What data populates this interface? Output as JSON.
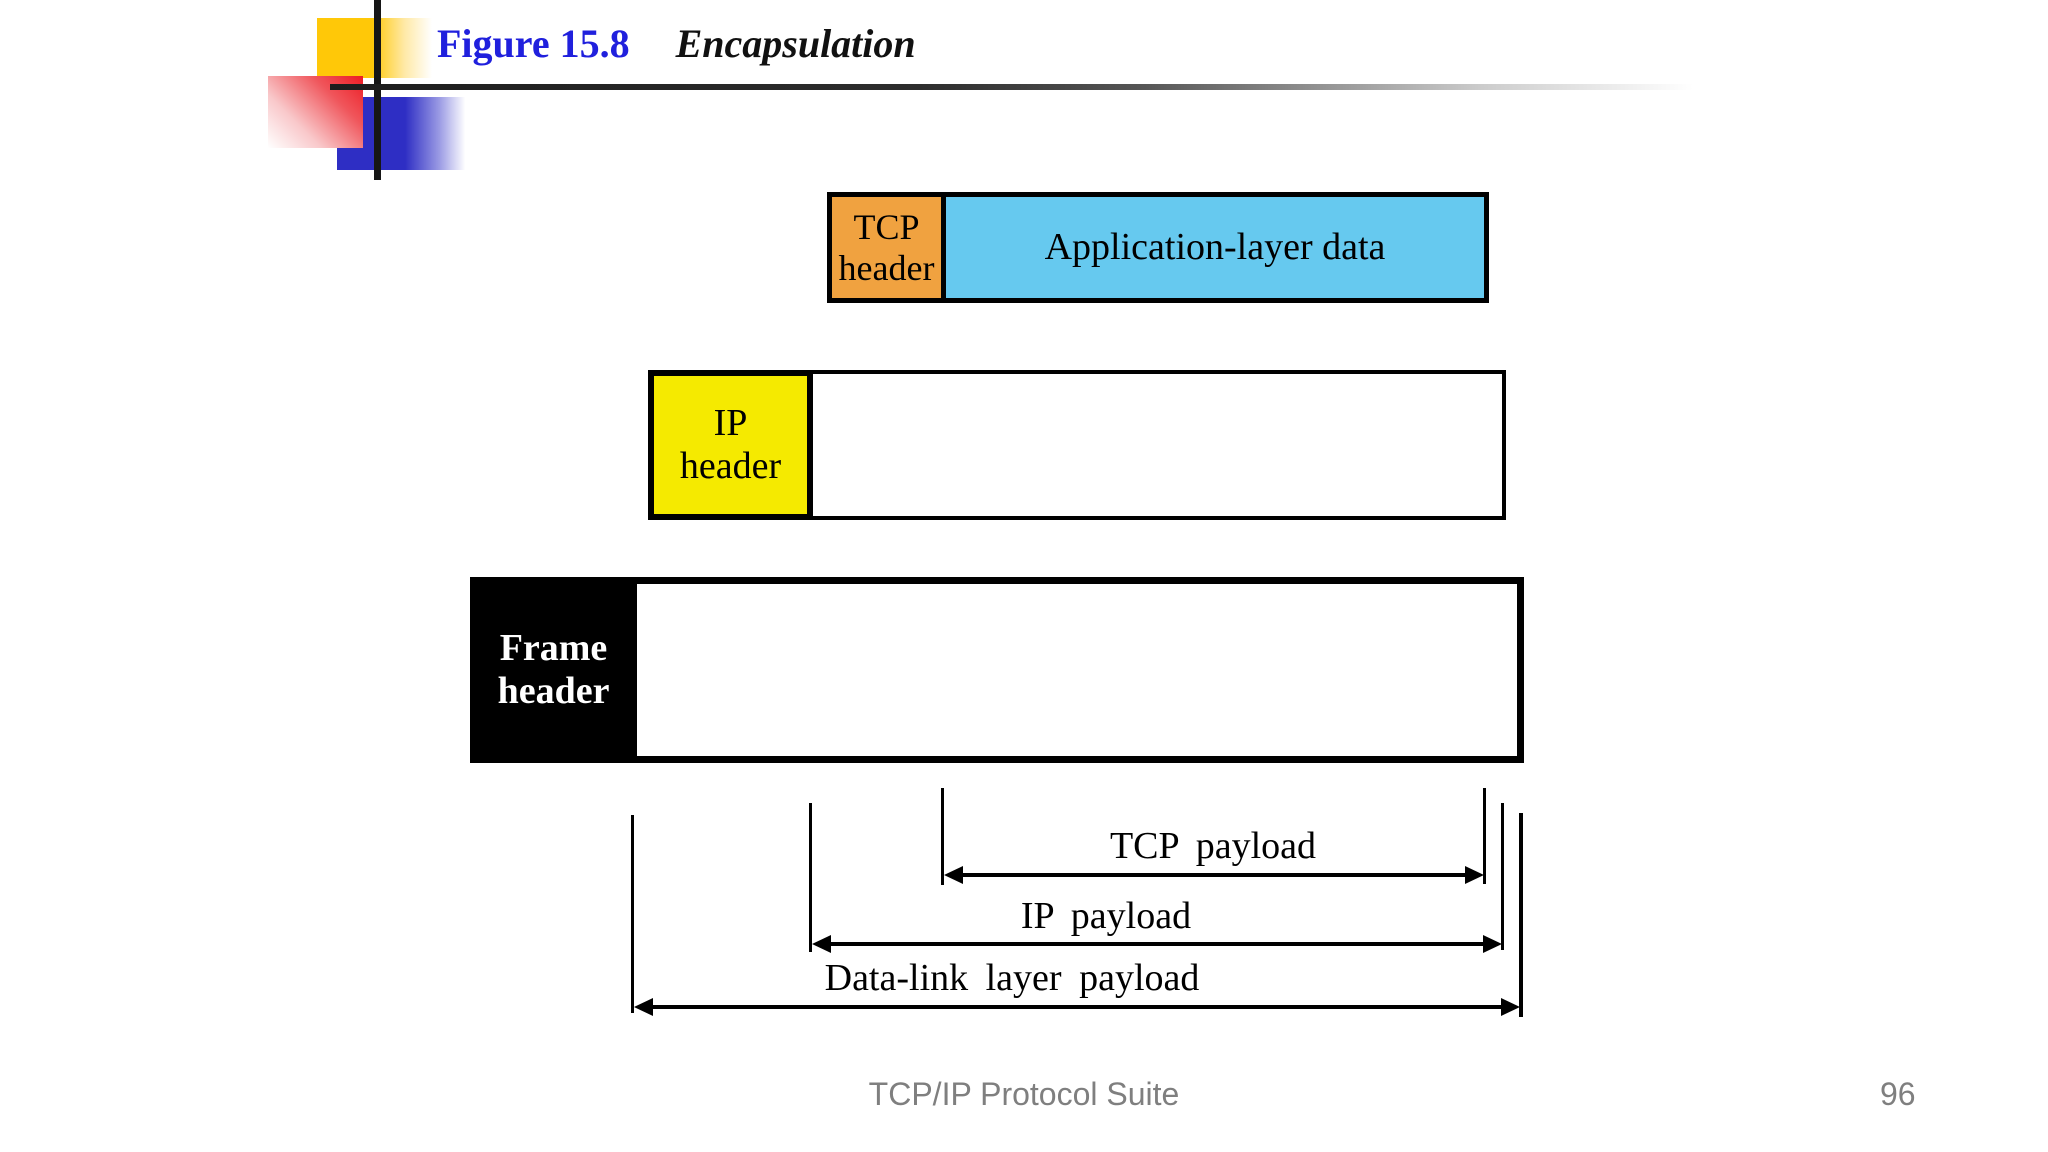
{
  "title": {
    "figure_label": "Figure 15.8",
    "figure_name": "Encapsulation"
  },
  "boxes": {
    "tcp": {
      "header_line1": "TCP",
      "header_line2": "header",
      "payload": "Application-layer data"
    },
    "ip": {
      "header_line1": "IP",
      "header_line2": "header",
      "payload": ""
    },
    "frame": {
      "header_line1": "Frame",
      "header_line2": "header",
      "payload": ""
    }
  },
  "annotations": {
    "tcp": "TCP payload",
    "ip": "IP payload",
    "datalink": "Data-link layer payload"
  },
  "footer": {
    "text": "TCP/IP Protocol Suite",
    "page_number": "96"
  },
  "colors": {
    "tcp_header": "#F0A240",
    "application_data": "#66C9EF",
    "ip_header": "#F5EA00",
    "frame_header": "#000000",
    "figure_label_blue": "#2020DD",
    "footer_gray": "#7F7F7F",
    "deco_yellow": "#FFC808",
    "deco_red": "#ED1C24",
    "deco_blue": "#2E2EC4"
  }
}
